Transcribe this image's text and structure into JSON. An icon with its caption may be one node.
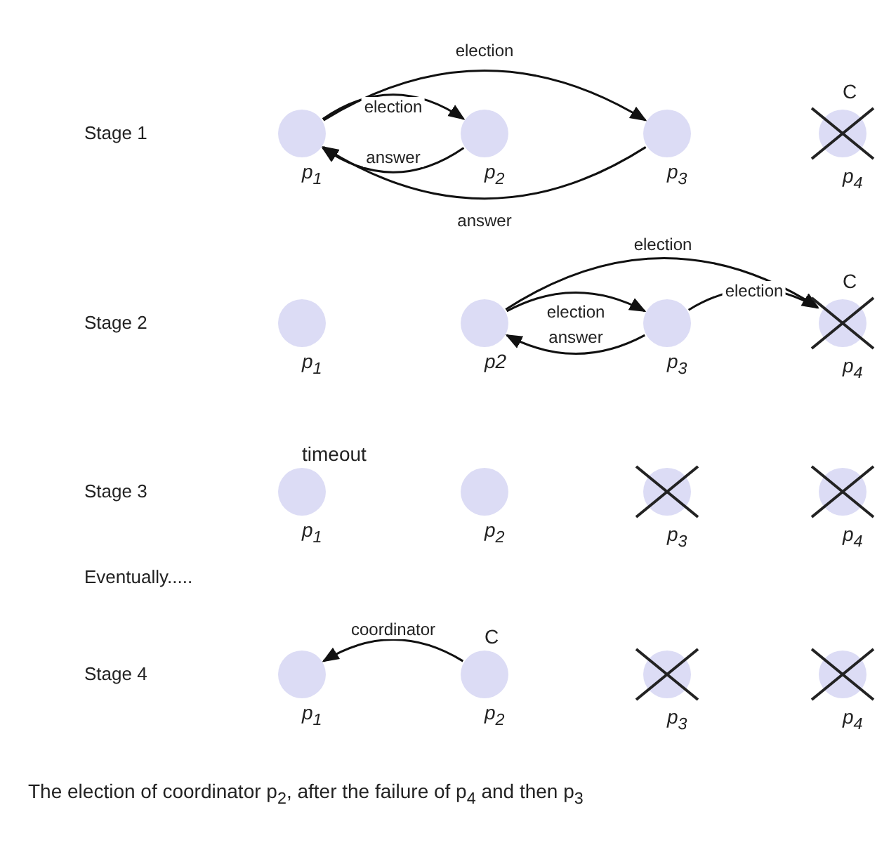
{
  "diagram": {
    "caption": "The election of coordinator p$_{2}$, after the failure of p$_{4}$ and then p$_{3}$",
    "nodes": [
      {
        "text": [],
        "shape": "circle",
        "beside": [
          "p$_{1}$"
        ]
      },
      {
        "text": [],
        "shape": "circle",
        "beside": [
          "p$_{2}$"
        ]
      },
      {
        "text": [],
        "shape": "circle",
        "beside": [
          "p$_{3}$"
        ]
      },
      {
        "text": [],
        "shape": "cross",
        "beside": [
          "C",
          "p$_{4}$"
        ]
      },
      {
        "text": [],
        "shape": "circle",
        "beside": [
          "p$_{1}$"
        ]
      },
      {
        "text": [],
        "shape": "circle",
        "beside": [
          "p2"
        ]
      },
      {
        "text": [],
        "shape": "circle",
        "beside": [
          "p$_{3}$"
        ]
      },
      {
        "text": [],
        "shape": "cross",
        "beside": [
          "C",
          "p$_{4}$"
        ]
      },
      {
        "text": [],
        "shape": "circle",
        "beside": [
          "timeout",
          "p$_{1}$"
        ]
      },
      {
        "text": [],
        "shape": "circle",
        "beside": [
          "p$_{2}$"
        ]
      },
      {
        "text": [],
        "shape": "cross",
        "beside": [
          "p$_{3}$"
        ]
      },
      {
        "text": [],
        "shape": "cross",
        "beside": [
          "p$_{4}$"
        ]
      },
      {
        "text": [],
        "shape": "circle",
        "beside": [
          "p$_{1}$"
        ]
      },
      {
        "text": [],
        "shape": "circle",
        "beside": [
          "C",
          "p$_{2}$"
        ]
      },
      {
        "text": [],
        "shape": "cross",
        "beside": [
          "p$_{3}$"
        ]
      },
      {
        "text": [],
        "shape": "cross",
        "beside": [
          "p$_{4}$"
        ]
      }
    ],
    "edges": [
      {
        "from": 0,
        "to": 1,
        "arrow": "to",
        "label": "election"
      },
      {
        "from": 1,
        "to": 0,
        "arrow": "to",
        "label": "answer"
      },
      {
        "from": 0,
        "to": 2,
        "arrow": "to",
        "label": "election"
      },
      {
        "from": 2,
        "to": 0,
        "arrow": "to",
        "label": "answer"
      },
      {
        "from": 5,
        "to": 6,
        "arrow": "to",
        "label": "election"
      },
      {
        "from": 6,
        "to": 5,
        "arrow": "to",
        "label": "answer"
      },
      {
        "from": 5,
        "to": 7,
        "arrow": "to",
        "label": "election"
      },
      {
        "from": 6,
        "to": 7,
        "arrow": "to",
        "label": "election"
      },
      {
        "from": 13,
        "to": 12,
        "arrow": "to",
        "label": "coordinator"
      }
    ],
    "labels": [
      "Stage 1",
      "Stage 2",
      "Stage 3",
      "Eventually.....",
      "Stage 4"
    ]
  }
}
